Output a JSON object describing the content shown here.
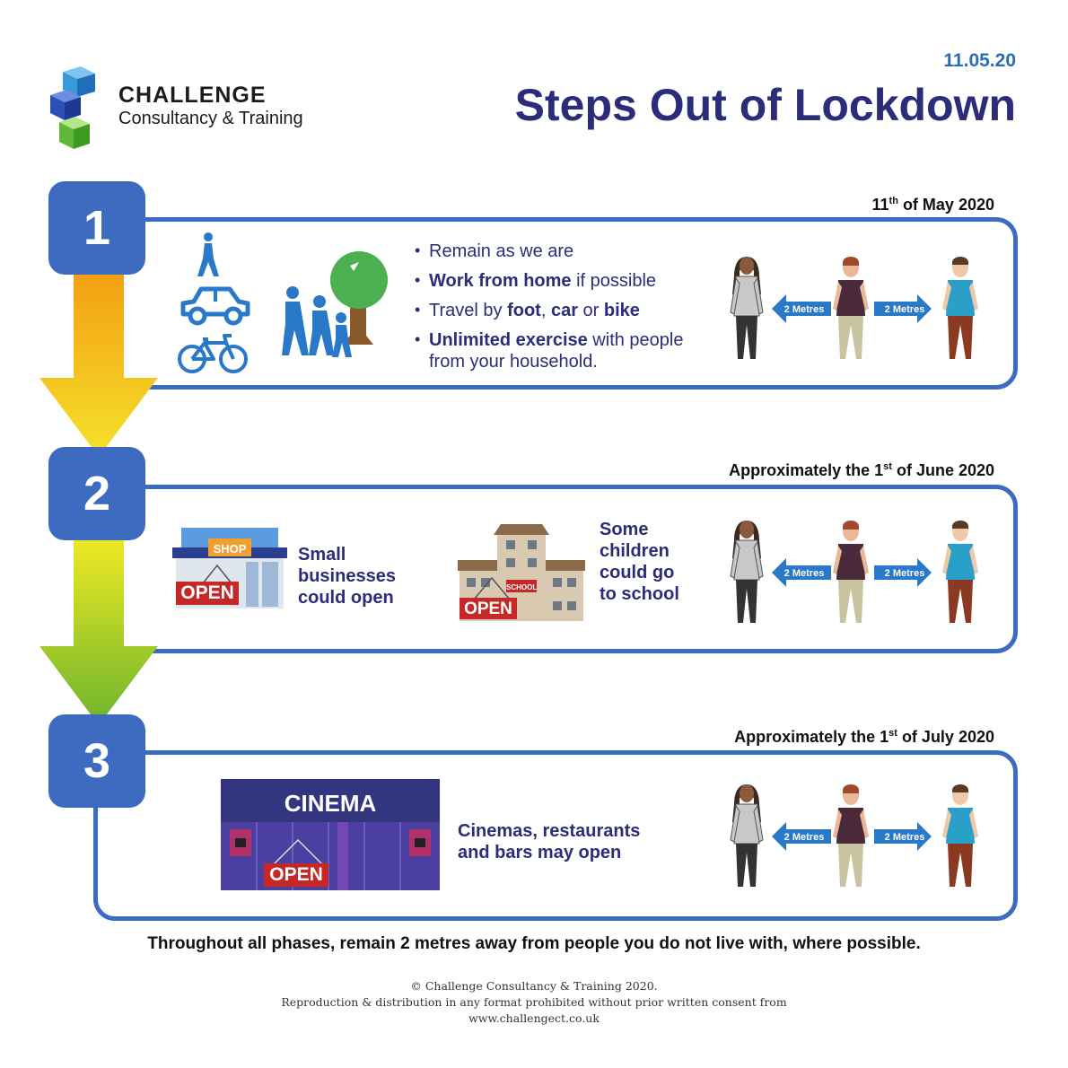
{
  "header": {
    "logo_title": "CHALLENGE",
    "logo_subtitle": "Consultancy & Training",
    "date": "11.05.20",
    "title": "Steps Out of Lockdown"
  },
  "phases": [
    {
      "number": "1",
      "date_prefix": "11",
      "date_sup": "th",
      "date_suffix": " of May 2020",
      "bullets": [
        {
          "pre": "Remain as we are",
          "b1": "",
          "mid1": "",
          "b2": "",
          "mid2": "",
          "b3": "",
          "post": ""
        },
        {
          "pre": "",
          "b1": "Work from home",
          "mid1": " if possible",
          "b2": "",
          "mid2": "",
          "b3": "",
          "post": ""
        },
        {
          "pre": "Travel by ",
          "b1": "foot",
          "mid1": ", ",
          "b2": "car",
          "mid2": " or ",
          "b3": "bike",
          "post": ""
        },
        {
          "pre": "",
          "b1": "Unlimited exercise",
          "mid1": " with people from your household.",
          "b2": "",
          "mid2": "",
          "b3": "",
          "post": ""
        }
      ],
      "distance_left": "2 Metres",
      "distance_right": "2 Metres"
    },
    {
      "number": "2",
      "date_prefix": "Approximately the 1",
      "date_sup": "st",
      "date_suffix": " of June 2020",
      "shop_sign": "SHOP",
      "shop_open": "OPEN",
      "shop_text": "Small businesses could open",
      "school_sign": "SCHOOL",
      "school_open": "OPEN",
      "school_text": "Some children could go to school",
      "distance_left": "2 Metres",
      "distance_right": "2 Metres"
    },
    {
      "number": "3",
      "date_prefix": "Approximately the 1",
      "date_sup": "st",
      "date_suffix": " of July 2020",
      "cinema_sign": "CINEMA",
      "cinema_open": "OPEN",
      "cinema_text": "Cinemas, restaurants and bars may open",
      "distance_left": "2 Metres",
      "distance_right": "2 Metres"
    }
  ],
  "footer": {
    "main": "Throughout all phases, remain 2 metres away from people you do not live with, where possible.",
    "copyright": "© Challenge Consultancy & Training 2020.",
    "notice": "Reproduction & distribution in any format prohibited without prior written consent from",
    "website": "www.challengect.co.uk"
  },
  "colors": {
    "primary_blue": "#3d6bc0",
    "title_navy": "#2b2d7a",
    "open_red": "#c62828",
    "arrow_orange": "#f39c12",
    "arrow_yellow": "#f5e12a",
    "arrow_green": "#6db52e"
  }
}
